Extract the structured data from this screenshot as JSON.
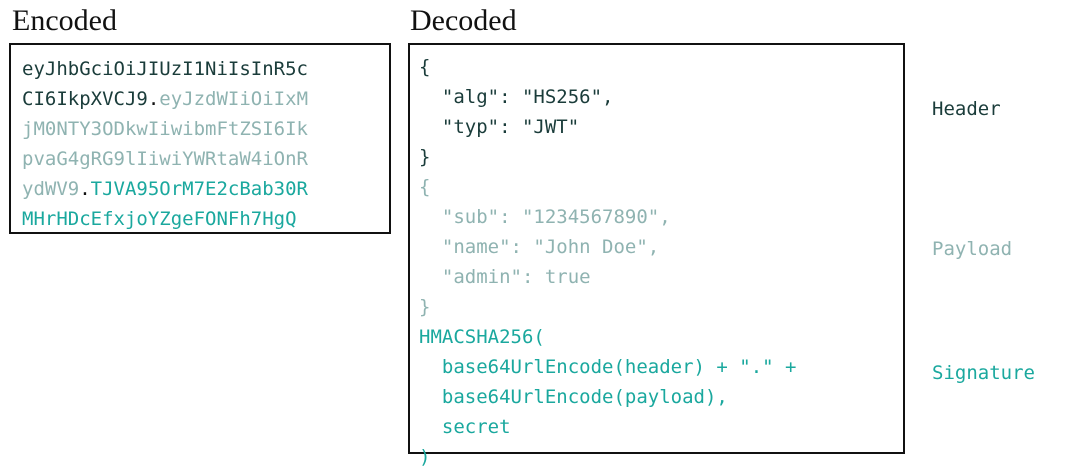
{
  "headings": {
    "encoded": "Encoded",
    "decoded": "Decoded"
  },
  "encoded": {
    "lines": [
      {
        "segments": [
          {
            "text": "eyJhbGciOiJIUzI1NiIsInR5c",
            "part": "header"
          }
        ]
      },
      {
        "segments": [
          {
            "text": "CI6IkpXVCJ9",
            "part": "header"
          },
          {
            "text": ".",
            "part": "dot"
          },
          {
            "text": "eyJzdWIiOiIxM",
            "part": "payload"
          }
        ]
      },
      {
        "segments": [
          {
            "text": "jM0NTY3ODkwIiwibmFtZSI6Ik",
            "part": "payload"
          }
        ]
      },
      {
        "segments": [
          {
            "text": "pvaG4gRG9lIiwiYWRtaW4iOnR",
            "part": "payload"
          }
        ]
      },
      {
        "segments": [
          {
            "text": "ydWV9",
            "part": "payload"
          },
          {
            "text": ".",
            "part": "dot"
          },
          {
            "text": "TJVA95OrM7E2cBab30R",
            "part": "signature"
          }
        ]
      },
      {
        "segments": [
          {
            "text": "MHrHDcEfxjoYZgeFONFh7HgQ",
            "part": "signature"
          }
        ]
      }
    ]
  },
  "decoded": {
    "lines": [
      {
        "text": "{",
        "part": "header"
      },
      {
        "text": "  \"alg\": \"HS256\",",
        "part": "header"
      },
      {
        "text": "  \"typ\": \"JWT\"",
        "part": "header"
      },
      {
        "text": "}",
        "part": "header"
      },
      {
        "text": "{",
        "part": "payload"
      },
      {
        "text": "  \"sub\": \"1234567890\",",
        "part": "payload"
      },
      {
        "text": "  \"name\": \"John Doe\",",
        "part": "payload"
      },
      {
        "text": "  \"admin\": true",
        "part": "payload"
      },
      {
        "text": "}",
        "part": "payload"
      },
      {
        "text": "HMACSHA256(",
        "part": "signature"
      },
      {
        "text": "  base64UrlEncode(header) + \".\" +",
        "part": "signature"
      },
      {
        "text": "  base64UrlEncode(payload),",
        "part": "signature"
      },
      {
        "text": "  secret",
        "part": "signature"
      },
      {
        "text": ")",
        "part": "signature"
      }
    ]
  },
  "labels": {
    "header": "Header",
    "payload": "Payload",
    "signature": "Signature"
  },
  "colors": {
    "header": "#1a3c3a",
    "payload": "#8fb3b1",
    "signature": "#1aa89e",
    "dot": "#111111"
  }
}
